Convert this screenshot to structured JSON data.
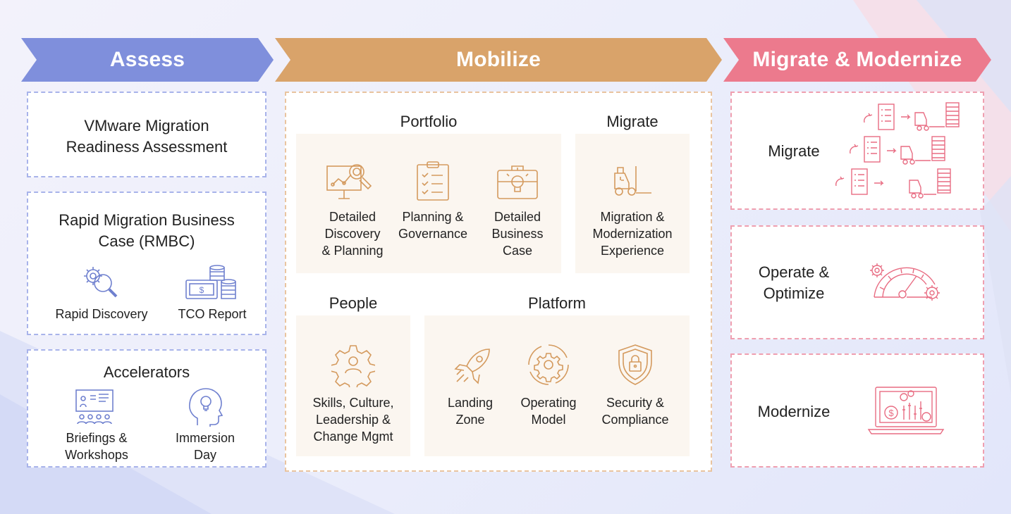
{
  "headers": {
    "assess": "Assess",
    "mobilize": "Mobilize",
    "migrate_modernize": "Migrate & Modernize"
  },
  "assess": {
    "readiness": {
      "line1": "VMware Migration",
      "line2": "Readiness Assessment"
    },
    "rmbc": {
      "line1": "Rapid Migration Business",
      "line2": "Case (RMBC)",
      "items": [
        {
          "label": "Rapid Discovery",
          "icon": "gears-magnifier-icon"
        },
        {
          "label": "TCO Report",
          "icon": "money-coins-icon"
        }
      ]
    },
    "accelerators": {
      "title": "Accelerators",
      "items": [
        {
          "line1": "Briefings &",
          "line2": "Workshops",
          "icon": "presentation-audience-icon"
        },
        {
          "line1": "Immersion",
          "line2": "Day",
          "icon": "head-lightbulb-icon"
        }
      ]
    }
  },
  "mobilize": {
    "portfolio": {
      "title": "Portfolio",
      "items": [
        {
          "lines": [
            "Detailed",
            "Discovery",
            "& Planning"
          ],
          "icon": "chart-magnifier-icon"
        },
        {
          "lines": [
            "Planning &",
            "Governance"
          ],
          "icon": "clipboard-checklist-icon"
        },
        {
          "lines": [
            "Detailed",
            "Business",
            "Case"
          ],
          "icon": "briefcase-lightbulb-icon"
        }
      ]
    },
    "migrate": {
      "title": "Migrate",
      "items": [
        {
          "lines": [
            "Migration &",
            "Modernization",
            "Experience"
          ],
          "icon": "forklift-icon"
        }
      ]
    },
    "people": {
      "title": "People",
      "items": [
        {
          "lines": [
            "Skills, Culture,",
            "Leadership &",
            "Change Mgmt"
          ],
          "icon": "gear-person-icon"
        }
      ]
    },
    "platform": {
      "title": "Platform",
      "items": [
        {
          "lines": [
            "Landing",
            "Zone"
          ],
          "icon": "rocket-icon"
        },
        {
          "lines": [
            "Operating",
            "Model"
          ],
          "icon": "gear-cycle-icon"
        },
        {
          "lines": [
            "Security &",
            "Compliance"
          ],
          "icon": "shield-lock-icon"
        }
      ]
    }
  },
  "migrate_modernize": {
    "migrate": {
      "label": "Migrate",
      "icon": "checklist-forklift-server-icon"
    },
    "operate": {
      "line1": "Operate &",
      "line2": "Optimize",
      "icon": "gauge-gears-icon"
    },
    "modernize": {
      "label": "Modernize",
      "icon": "laptop-dashboard-icon"
    }
  },
  "colors": {
    "assess": "#7f8fdc",
    "mobilize": "#d9a36a",
    "migrate": "#ec7a8d",
    "mobilize_icon": "#d49a5e",
    "migrate_icon": "#e86c82",
    "assess_icon": "#6f80cf"
  }
}
